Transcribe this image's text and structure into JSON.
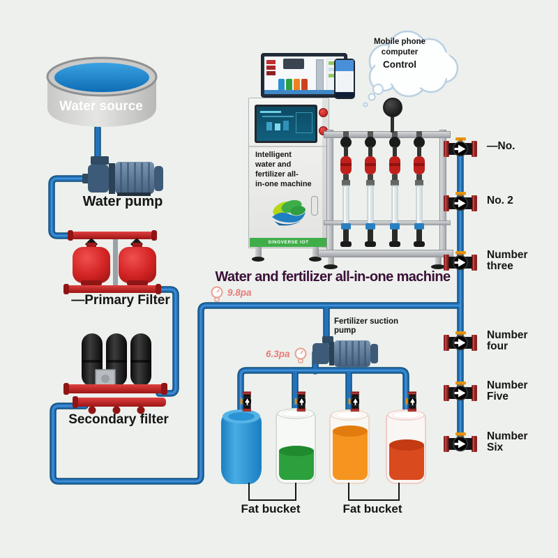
{
  "caption": "Water and fertilizer all-in-one machine",
  "cloud": {
    "line1": "Mobile phone",
    "line2": "computer",
    "line3": "Control"
  },
  "source": {
    "label": "Water source"
  },
  "pump": {
    "label": "Water pump"
  },
  "primary_filter": {
    "label": "—Primary Filter"
  },
  "secondary_filter": {
    "label": "Secondary filter"
  },
  "fertilizer_pump": {
    "line1": "Fertilizer suction",
    "line2": "pump"
  },
  "machine": {
    "panel_lines": [
      "Intelligent",
      "water and",
      "fertilizer all-",
      "in-one machine"
    ],
    "brand": "SINOVERSE IOT"
  },
  "gauges": {
    "main": "9.8pa",
    "suction": "6.3pa"
  },
  "valves": [
    {
      "label": "—No."
    },
    {
      "label": "No. 2"
    },
    {
      "label": "Number three"
    },
    {
      "label": "Number four"
    },
    {
      "label": "Number Five"
    },
    {
      "label": "Number Six"
    }
  ],
  "buckets": {
    "labels": [
      "Fat bucket",
      "Fat bucket"
    ],
    "colors": [
      "#2a93d5",
      "#2ba03c",
      "#f5941e",
      "#d94a1f"
    ]
  },
  "colors": {
    "background": "#edf0ec",
    "pipe": "#2273bd",
    "pipe_dark": "#14527f",
    "filter_red": "#c62525",
    "caption": "#3a1038",
    "script_red": "#e87a7a"
  }
}
